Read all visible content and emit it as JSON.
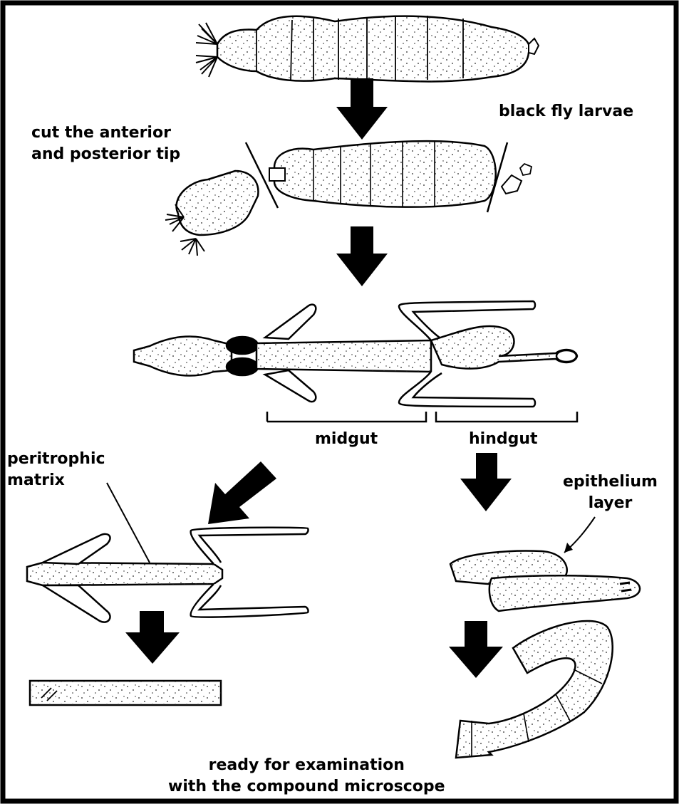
{
  "labels": {
    "black_fly_larvae": "black fly larvae",
    "cut_instruction": "cut the anterior\nand posterior tip",
    "midgut": "midgut",
    "hindgut": "hindgut",
    "peritrophic_matrix": "peritrophic\nmatrix",
    "epithelium_layer": "epithelium\nlayer",
    "ready_for_examination": "ready for examination\nwith the compound microscope"
  }
}
